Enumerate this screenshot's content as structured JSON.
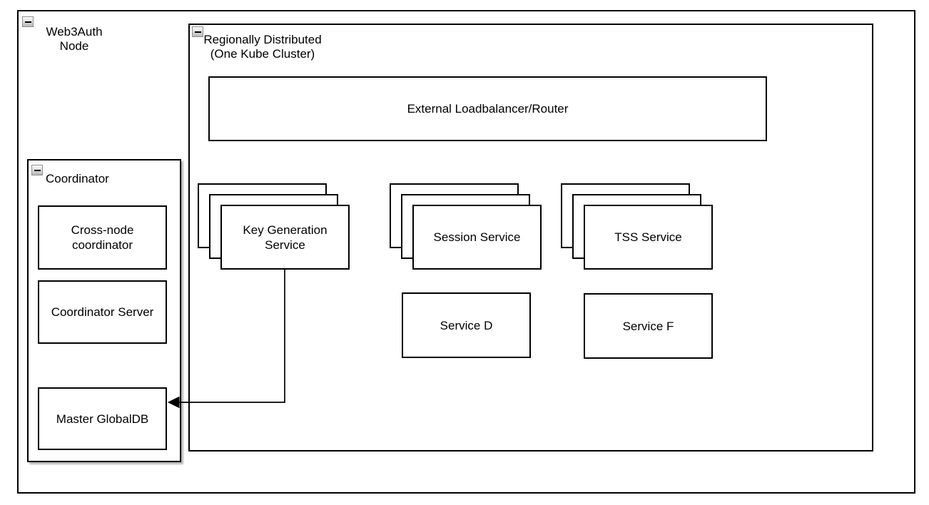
{
  "canvas": {
    "background": "#ffffff"
  },
  "colors": {
    "line": "#000000",
    "shape_fill": "#ffffff",
    "collapse_icon_border": "#8f8f8f",
    "coordinator_shadow": "rgba(0,0,0,0.28)"
  },
  "containers": {
    "web3auth": {
      "label": "Web3Auth\nNode",
      "collapsed": false
    },
    "regional": {
      "label": "Regionally Distributed\n(One Kube Cluster)",
      "collapsed": false
    },
    "coordinator": {
      "label": "Coordinator",
      "collapsed": false
    }
  },
  "nodes": {
    "elb": {
      "label": "External Loadbalancer/Router"
    },
    "key_generation": {
      "label": "Key Generation\nService",
      "stack_count": 3
    },
    "session": {
      "label": "Session Service",
      "stack_count": 3
    },
    "tss": {
      "label": "TSS Service",
      "stack_count": 3
    },
    "service_d": {
      "label": "Service D"
    },
    "service_f": {
      "label": "Service F"
    },
    "cross_node": {
      "label": "Cross-node\ncoordinator"
    },
    "coordinator_server": {
      "label": "Coordinator Server"
    },
    "master_globaldb": {
      "label": "Master GlobalDB"
    }
  },
  "edges": [
    {
      "from": "key_generation",
      "to": "master_globaldb",
      "style": "orthogonal",
      "arrowhead": "left"
    }
  ]
}
